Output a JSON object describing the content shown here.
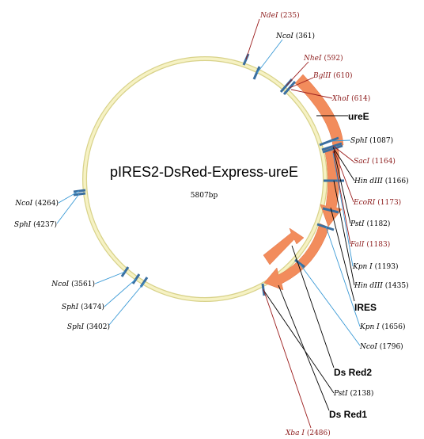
{
  "plasmid": {
    "name": "pIRES2-DsRed-Express-ureE",
    "size": "5807bp"
  },
  "colors": {
    "backbone": "#f0eab0",
    "backbone_inner": "#ffffff",
    "feature_arrow": "#f28c5c",
    "cut_mark": "#3a6fa0",
    "leader_blue": "#3b9ad6",
    "leader_red": "#9b1c1c",
    "leader_black": "#000000",
    "label_red": "#8b1a1a",
    "label_black": "#000000"
  },
  "sites": [
    {
      "id": "ndei-235",
      "enzyme": "NdeI",
      "pos": "(235)",
      "color": "red"
    },
    {
      "id": "ncoi-361",
      "enzyme": "NcoI",
      "pos": "(361)",
      "color": "black"
    },
    {
      "id": "nhei-592",
      "enzyme": "NheI",
      "pos": "(592)",
      "color": "red"
    },
    {
      "id": "bglii-610",
      "enzyme": "BglII",
      "pos": "(610)",
      "color": "red"
    },
    {
      "id": "xhoi-614",
      "enzyme": "XhoI",
      "pos": "(614)",
      "color": "red"
    },
    {
      "id": "sphi-1087",
      "enzyme": "SphI",
      "pos": "(1087)",
      "color": "black"
    },
    {
      "id": "saci-1164",
      "enzyme": "SacI",
      "pos": "(1164)",
      "color": "red"
    },
    {
      "id": "hindiii-1166",
      "enzyme": "Hin dIII",
      "pos": "(1166)",
      "color": "black"
    },
    {
      "id": "ecori-1173",
      "enzyme": "EcoRI",
      "pos": "(1173)",
      "color": "red"
    },
    {
      "id": "psti-1182",
      "enzyme": "PstI",
      "pos": "(1182)",
      "color": "black"
    },
    {
      "id": "fali-1183",
      "enzyme": "FalI",
      "pos": "(1183)",
      "color": "red"
    },
    {
      "id": "kpni-1193",
      "enzyme": "Kpn I",
      "pos": "(1193)",
      "color": "black"
    },
    {
      "id": "hindiii-1435",
      "enzyme": "Hin dIII",
      "pos": "(1435)",
      "color": "black"
    },
    {
      "id": "kpni-1656",
      "enzyme": "Kpn I",
      "pos": "(1656)",
      "color": "black"
    },
    {
      "id": "ncoi-1796",
      "enzyme": "NcoI",
      "pos": "(1796)",
      "color": "black"
    },
    {
      "id": "psti-2138",
      "enzyme": "PstI",
      "pos": "(2138)",
      "color": "black"
    },
    {
      "id": "xbai-2486",
      "enzyme": "Xba I",
      "pos": "(2486)",
      "color": "red"
    },
    {
      "id": "sphi-3402",
      "enzyme": "SphI",
      "pos": "(3402)",
      "color": "black"
    },
    {
      "id": "sphi-3474",
      "enzyme": "SphI",
      "pos": "(3474)",
      "color": "black"
    },
    {
      "id": "ncoi-3561",
      "enzyme": "NcoI",
      "pos": "(3561)",
      "color": "black"
    },
    {
      "id": "sphi-4237",
      "enzyme": "SphI",
      "pos": "(4237)",
      "color": "black"
    },
    {
      "id": "ncoi-4264",
      "enzyme": "NcoI",
      "pos": "(4264)",
      "color": "black"
    }
  ],
  "features": [
    {
      "id": "uree",
      "label": "ureE"
    },
    {
      "id": "ires",
      "label": "IRES"
    },
    {
      "id": "dsred2",
      "label": "Ds Red2"
    },
    {
      "id": "dsred1",
      "label": "Ds Red1"
    }
  ]
}
